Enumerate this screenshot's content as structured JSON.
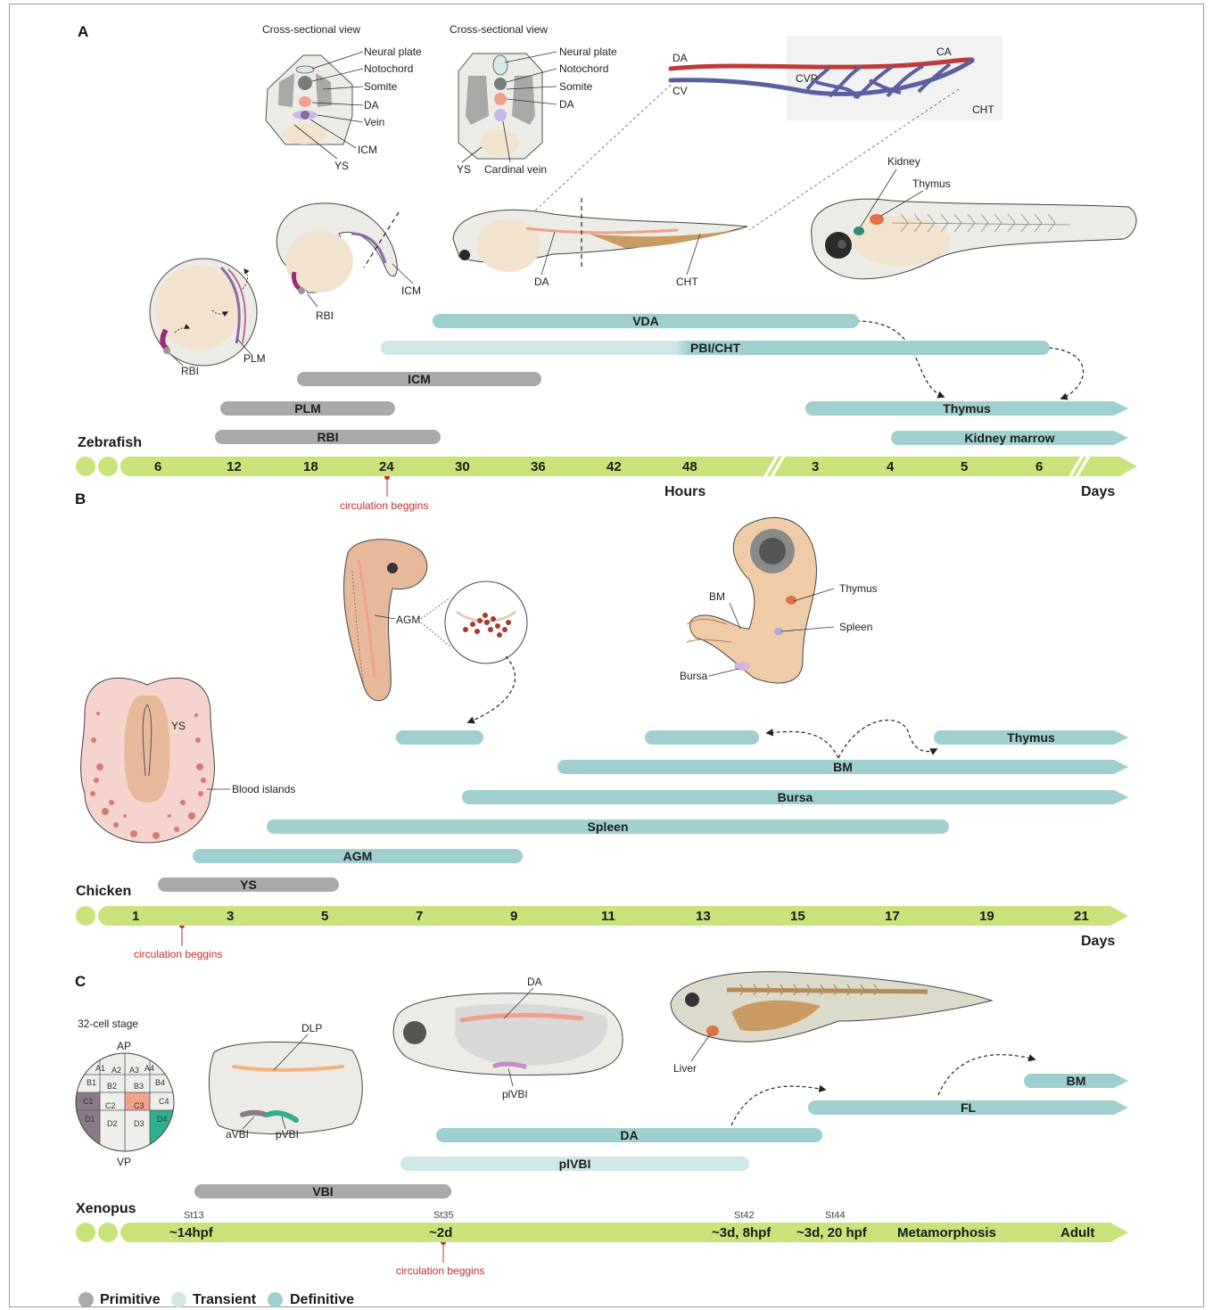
{
  "panels": {
    "a": "A",
    "b": "B",
    "c": "C"
  },
  "zebrafish": {
    "species": "Zebrafish",
    "cross_left": {
      "title": "Cross-sectional view",
      "labels": [
        "Neural plate",
        "Notochord",
        "Somite",
        "DA",
        "Vein",
        "ICM",
        "YS"
      ]
    },
    "cross_right": {
      "title": "Cross-sectional view",
      "labels": [
        "Neural plate",
        "Notochord",
        "Somite",
        "DA",
        "YS",
        "Cardinal vein"
      ]
    },
    "vessels": {
      "da": "DA",
      "cv": "CV",
      "cvp": "CVP",
      "ca": "CA",
      "cht": "CHT"
    },
    "embryo_labels": {
      "rbi1": "RBI",
      "plm": "PLM",
      "rbi2": "RBI",
      "icm": "ICM",
      "da": "DA",
      "cht": "CHT",
      "kidney": "Kidney",
      "thymus": "Thymus"
    },
    "bars": {
      "vda": "VDA",
      "pbi": "PBI/CHT",
      "icm": "ICM",
      "thymus": "Thymus",
      "plm": "PLM",
      "kidney": "Kidney marrow",
      "rbi": "RBI"
    },
    "ticks": [
      "6",
      "12",
      "18",
      "24",
      "30",
      "36",
      "42",
      "48",
      "3",
      "4",
      "5",
      "6"
    ],
    "unit_hours": "Hours",
    "unit_days": "Days",
    "circulation": "circulation beggins"
  },
  "chicken": {
    "species": "Chicken",
    "labels": {
      "agm": "AGM",
      "bm": "BM",
      "thymus": "Thymus",
      "spleen": "Spleen",
      "bursa": "Bursa",
      "ys": "YS",
      "blood_islands": "Blood islands"
    },
    "bars": {
      "thymus": "Thymus",
      "bm": "BM",
      "bursa": "Bursa",
      "spleen": "Spleen",
      "agm": "AGM",
      "ys": "YS"
    },
    "ticks": [
      "1",
      "3",
      "5",
      "7",
      "9",
      "11",
      "13",
      "15",
      "17",
      "19",
      "21"
    ],
    "unit_days": "Days",
    "circulation": "circulation beggins"
  },
  "xenopus": {
    "species": "Xenopus",
    "labels": {
      "stage32": "32-cell stage",
      "ap": "AP",
      "vp": "VP",
      "dlp": "DLP",
      "avbi": "aVBI",
      "pvbi": "pVBI",
      "da": "DA",
      "plvbi": "plVBI",
      "liver": "Liver"
    },
    "blastomeres": [
      "A1",
      "A2",
      "A3",
      "A4",
      "B1",
      "B2",
      "B3",
      "B4",
      "C1",
      "C2",
      "C3",
      "C4",
      "D1",
      "D2",
      "D3",
      "D4"
    ],
    "bars": {
      "bm": "BM",
      "fl": "FL",
      "da": "DA",
      "plvbi": "plVBI",
      "vbi": "VBI"
    },
    "stages": {
      "st13": "St13",
      "st35": "St35",
      "st42": "St42",
      "st44": "St44"
    },
    "ticks": {
      "t1": "~14hpf",
      "t2": "~2d",
      "t3": "~3d, 8hpf",
      "t4": "~3d, 20 hpf",
      "t5": "Metamorphosis",
      "t6": "Adult"
    },
    "circulation": "circulation beggins"
  },
  "legend": [
    {
      "label": "Primitive",
      "color": "#a9a9a9"
    },
    {
      "label": "Transient",
      "color": "#cfe7e7"
    },
    {
      "label": "Definitive",
      "color": "#9fcfcf"
    }
  ],
  "colors": {
    "timeline": "#c9e37a",
    "primitive": "#a9a9a9",
    "transient": "#cfe7e7",
    "definitive": "#9fcfcf",
    "circulation": "#c0302c",
    "artery": "#c0393b",
    "vein": "#5b5fa0"
  }
}
